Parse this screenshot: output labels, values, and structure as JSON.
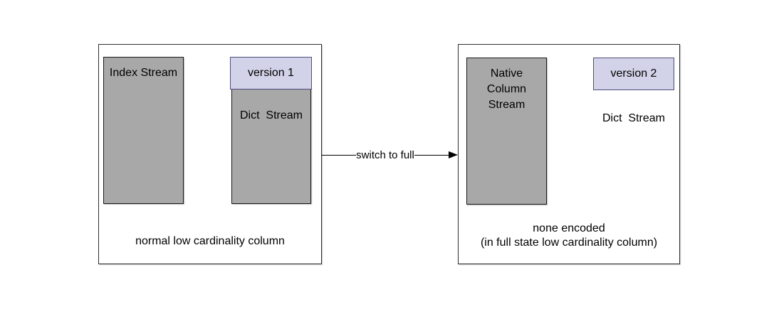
{
  "colors": {
    "background": "#ffffff",
    "text": "#000000",
    "box_border": "#2f2f2f",
    "stream_fill": "#a8a8a8",
    "stream_border": "#1a1a1a",
    "version_fill": "#d2d2e8",
    "version_border": "#504d7c"
  },
  "left_box": {
    "caption": "normal low cardinality column",
    "index_stream_label": "Index Stream",
    "version_label": "version 1",
    "dict_stream_label": "Dict  Stream"
  },
  "arrow": {
    "label": "switch to full"
  },
  "right_box": {
    "native_stream_label": "Native\nColumn\nStream",
    "version_label": "version 2",
    "dict_stream_label": "Dict  Stream",
    "caption_line1": "none encoded",
    "caption_line2": "(in full state low cardinality column)"
  }
}
